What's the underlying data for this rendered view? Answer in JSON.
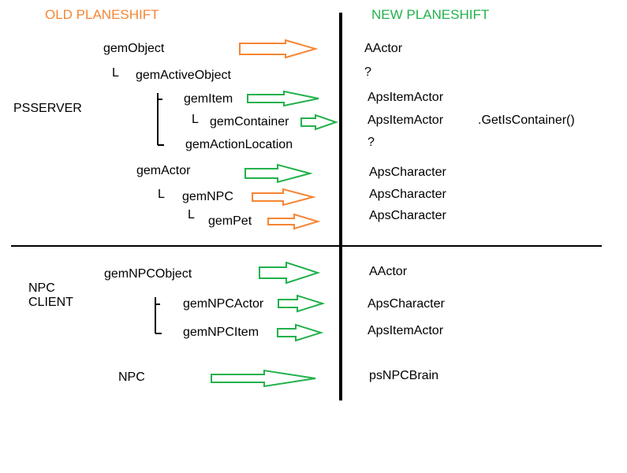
{
  "headers": {
    "old": "OLD PLANESHIFT",
    "new": "NEW PLANESHIFT"
  },
  "colors": {
    "old": "#f58634",
    "new": "#22b14c",
    "line": "#000000"
  },
  "sections": {
    "psserver": "PSSERVER",
    "npc_client_line1": "NPC",
    "npc_client_line2": "CLIENT"
  },
  "tree_glyphs": {
    "elbow": "L"
  },
  "mappings": [
    {
      "old": "gemObject",
      "new": "AActor",
      "arrow_color": "old"
    },
    {
      "old": "gemActiveObject",
      "new": "?",
      "arrow_color": null
    },
    {
      "old": "gemItem",
      "new": "ApsItemActor",
      "arrow_color": "new"
    },
    {
      "old": "gemContainer",
      "new": "ApsItemActor",
      "note": ".GetIsContainer()",
      "arrow_color": "new"
    },
    {
      "old": "gemActionLocation",
      "new": "?",
      "arrow_color": null
    },
    {
      "old": "gemActor",
      "new": "ApsCharacter",
      "arrow_color": "new"
    },
    {
      "old": "gemNPC",
      "new": "ApsCharacter",
      "arrow_color": "old"
    },
    {
      "old": "gemPet",
      "new": "ApsCharacter",
      "arrow_color": "old"
    },
    {
      "old": "gemNPCObject",
      "new": "AActor",
      "arrow_color": "new"
    },
    {
      "old": "gemNPCActor",
      "new": "ApsCharacter",
      "arrow_color": "new"
    },
    {
      "old": "gemNPCItem",
      "new": "ApsItemActor",
      "arrow_color": "new"
    },
    {
      "old": "NPC",
      "new": "psNPCBrain",
      "arrow_color": "new"
    }
  ]
}
